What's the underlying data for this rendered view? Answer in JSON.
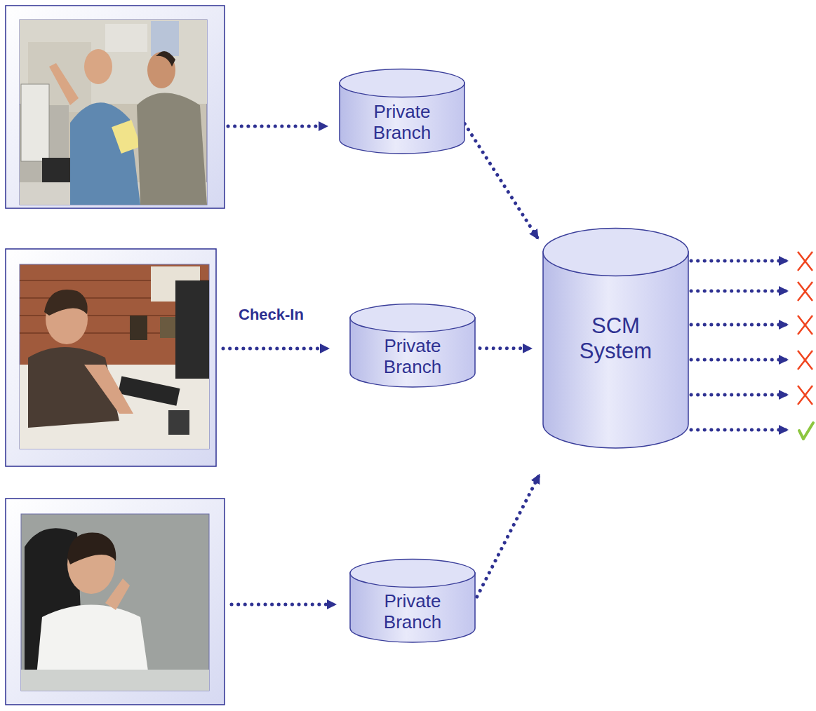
{
  "diagram": {
    "nodes": [
      {
        "text": [
          "Private Branch"
        ]
      },
      {
        "text": [
          "Private Branch"
        ]
      },
      {
        "text": [
          "Private Branch"
        ]
      },
      {
        "text": [
          "SCM System"
        ]
      }
    ],
    "edges": [
      {
        "from": 0,
        "to": 3,
        "arrow": "to"
      },
      {
        "from": 1,
        "to": 3,
        "arrow": "to"
      },
      {
        "from": 2,
        "to": 3,
        "arrow": "to"
      }
    ],
    "labels": [
      "Check-In"
    ]
  }
}
